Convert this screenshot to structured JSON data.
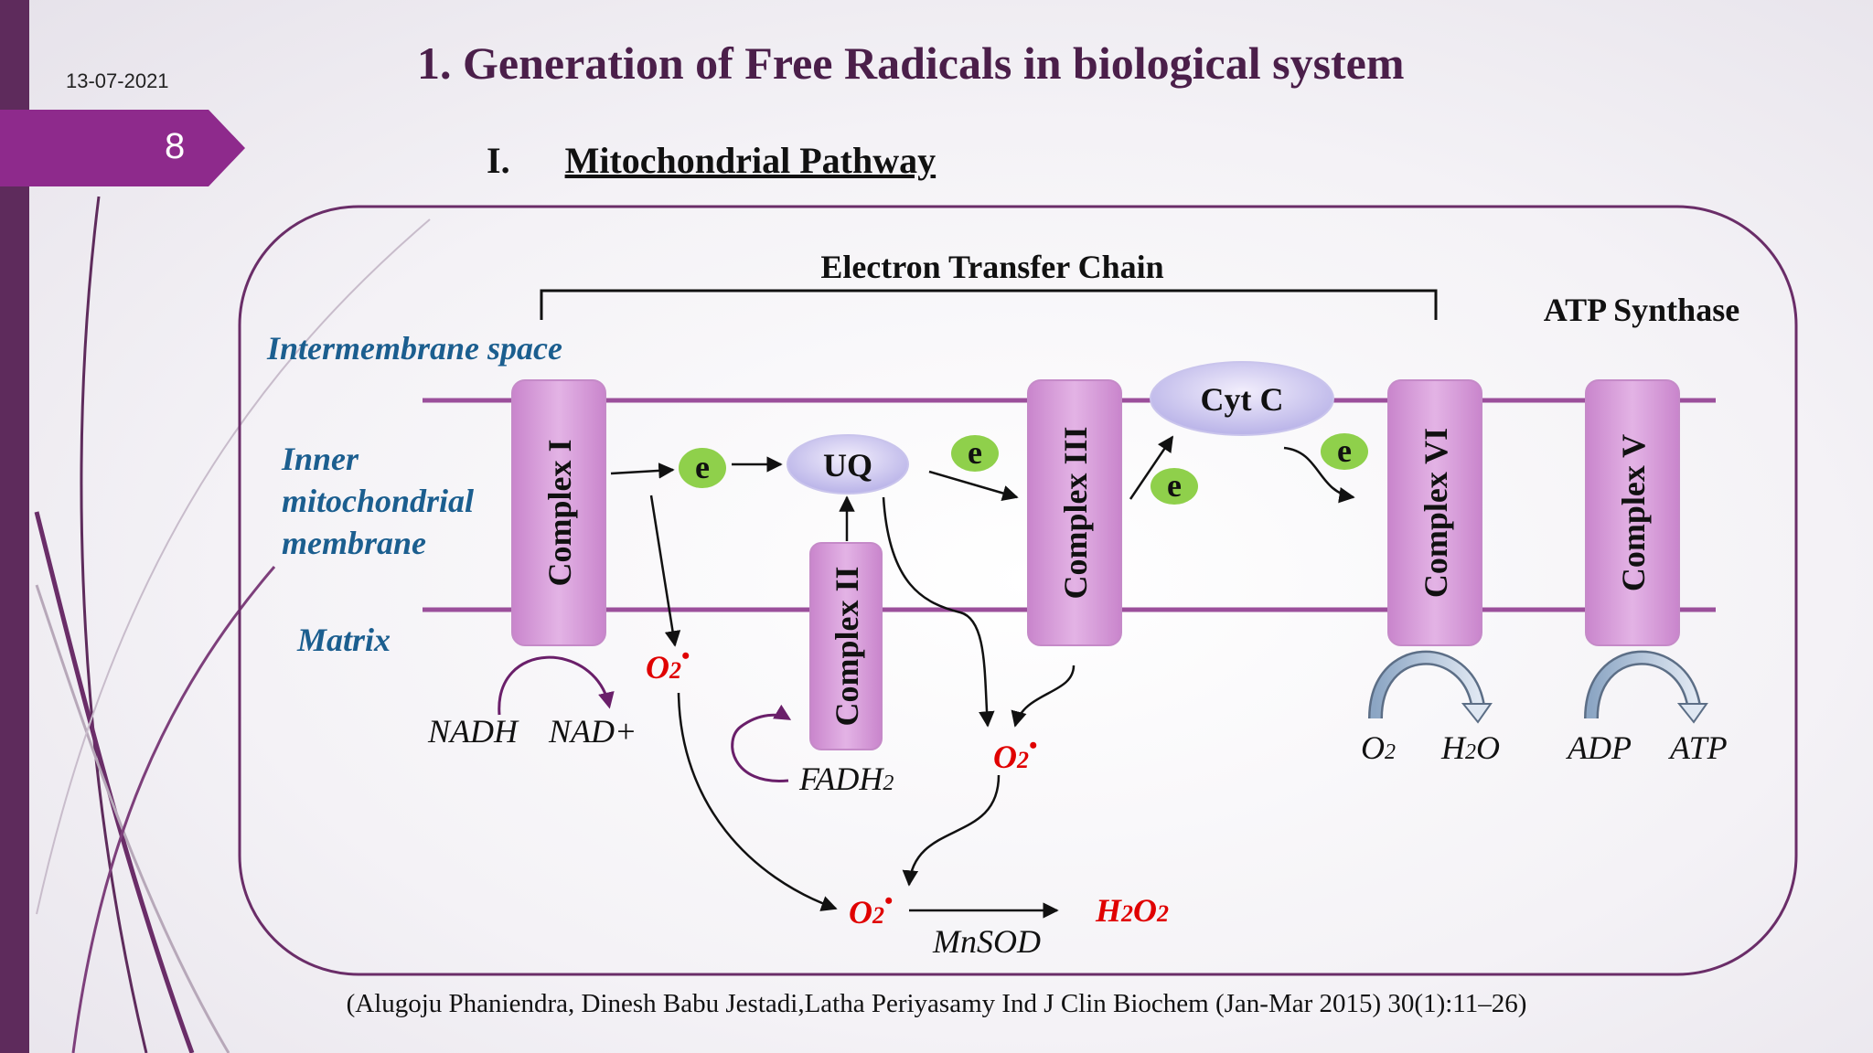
{
  "slide": {
    "date": "13-07-2021",
    "page_number": "8",
    "title": "1. Generation of Free Radicals in biological system",
    "section_numeral": "I.",
    "section_title": "Mitochondrial Pathway",
    "citation": "(Alugoju Phaniendra, Dinesh Babu Jestadi,Latha Periyasamy Ind J Clin Biochem (Jan-Mar 2015) 30(1):11–26)"
  },
  "diagram": {
    "etc_label": "Electron Transfer Chain",
    "atp_synthase_label": "ATP Synthase",
    "regions": {
      "intermembrane": "Intermembrane space",
      "inner_line1": "Inner",
      "inner_line2": "mitochondrial",
      "inner_line3": "membrane",
      "matrix": "Matrix"
    },
    "complexes": {
      "c1": "Complex I",
      "c2": "Complex II",
      "c3": "Complex III",
      "c6": "Complex VI",
      "c5": "Complex V"
    },
    "carriers": {
      "uq": "UQ",
      "cytc": "Cyt C",
      "electron": "e"
    },
    "substrates": {
      "nadh": "NADH",
      "nad": "NAD+",
      "fadh": "FADH",
      "fadh_sub": "2",
      "o2": "O",
      "o2_sub": "2",
      "h2o_a": "H",
      "h2o_sub": "2",
      "h2o_b": "O",
      "adp": "ADP",
      "atp": "ATP"
    },
    "radicals": {
      "superoxide": "O",
      "sub": "2",
      "dot": "•",
      "h2o2_a": "H",
      "h2o2_b": "O",
      "enzyme": "MnSOD"
    }
  },
  "colors": {
    "sidebar": "#5e2b5c",
    "accent_purple": "#8e2a8c",
    "complex_fill": "#d69ad8",
    "membrane": "#9b4f9b",
    "electron_green": "#8fd04b",
    "radical_red": "#e00000",
    "region_blue": "#1b5e8f"
  }
}
